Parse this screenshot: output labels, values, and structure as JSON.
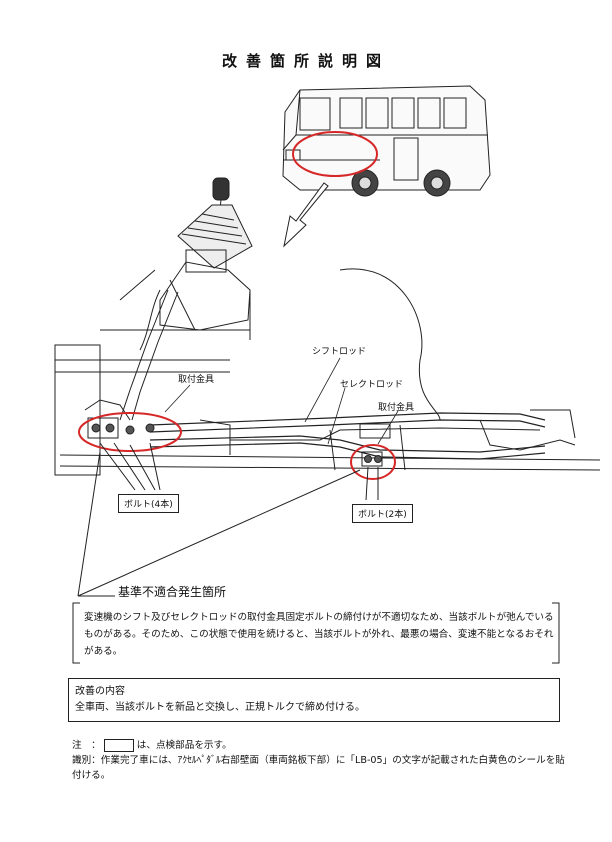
{
  "title": "改善箇所説明図",
  "labels": {
    "shift_rod": "シフトロッド",
    "select_rod": "セレクトロッド",
    "bracket_left": "取付金具",
    "bracket_right": "取付金具",
    "bolts_4": "ボルト(4本)",
    "bolts_2": "ボルト(2本)"
  },
  "issue": {
    "heading": "基準不適合発生箇所",
    "text": "変速機のシフト及びセレクトロッドの取付金具固定ボルトの締付けが不適切なため、当該ボルトが弛んでいるものがある。そのため、この状態で使用を続けると、当該ボルトが外れ、最悪の場合、変速不能となるおそれがある。"
  },
  "fix": {
    "heading": "改善の内容",
    "text": "全車両、当該ボルトを新品と交換し、正規トルクで締め付ける。"
  },
  "notes": {
    "note_label": "注　：",
    "note_text": "は、点検部品を示す。",
    "ident_label": "識別：",
    "ident_text": "作業完了車には、ｱｸｾﾙﾍﾟﾀﾞﾙ右部壁面（車両銘板下部）に「LB-05」の文字が記載された白黄色のシールを貼付ける。"
  },
  "colors": {
    "highlight": "#d62828",
    "line": "#222222"
  }
}
